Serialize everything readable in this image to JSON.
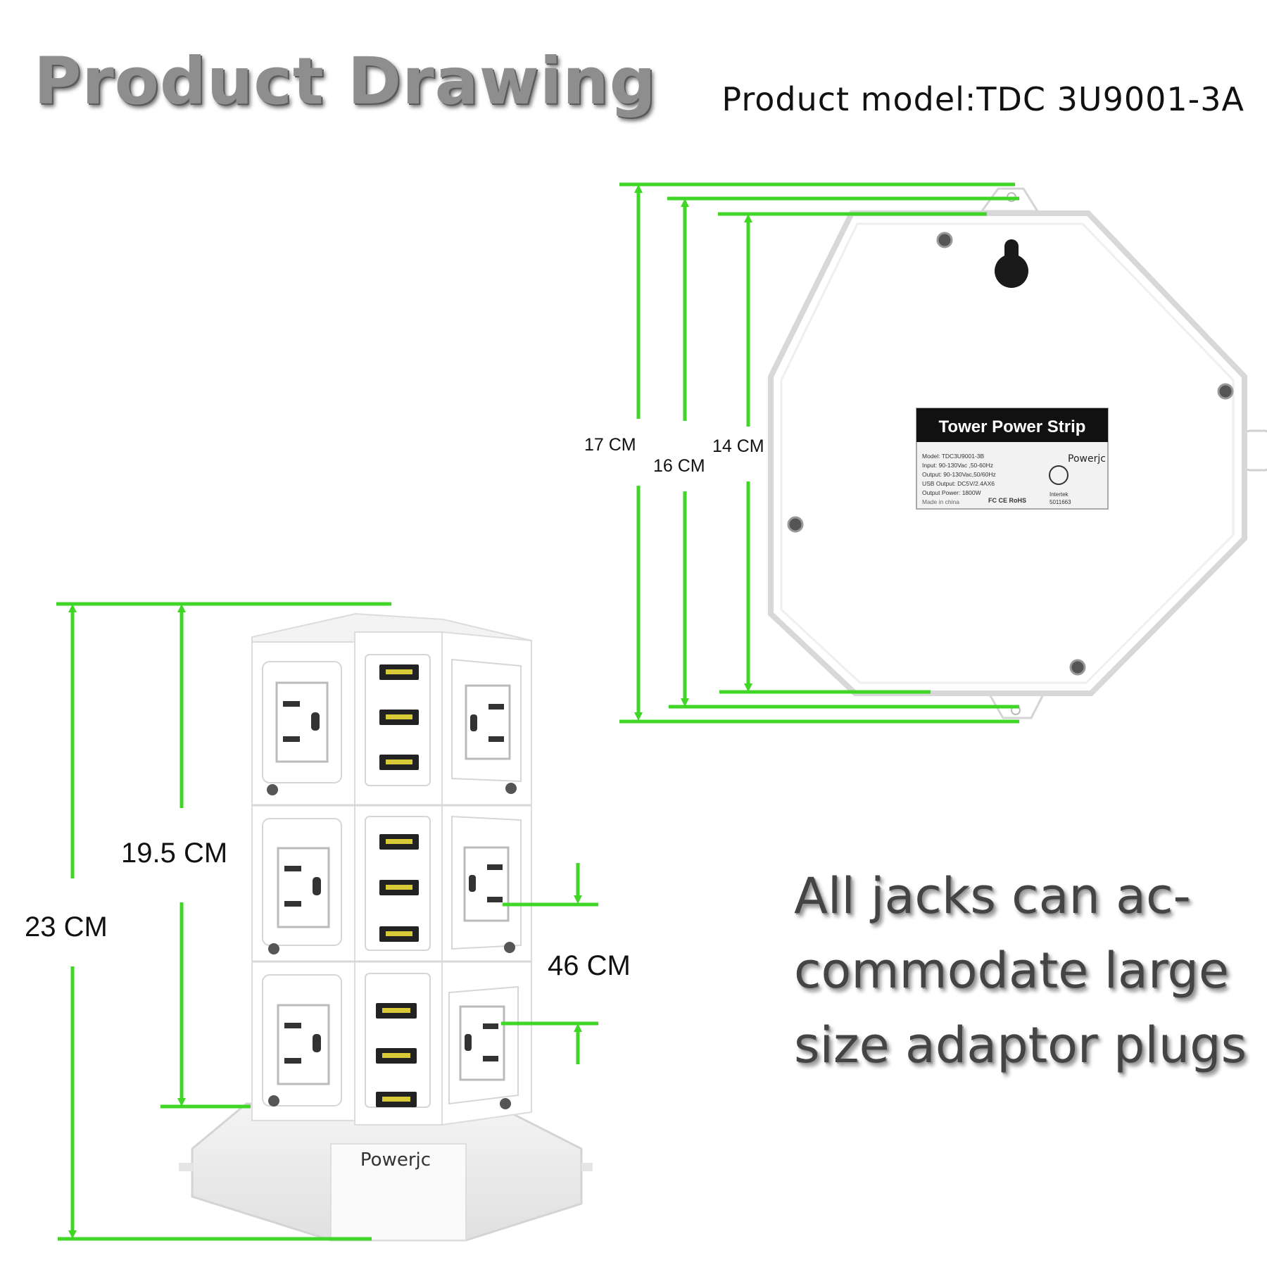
{
  "page": {
    "title": "Product Drawing",
    "model": "Product model:TDC 3U9001-3A"
  },
  "dimensions": {
    "back_outer": "17 CM",
    "back_middle": "16 CM",
    "back_inner": "14 CM",
    "tower_body": "19.5 CM",
    "tower_total": "23 CM",
    "jack_spacing": "46 CM"
  },
  "label_plate": {
    "heading": "Tower Power Strip",
    "brand": "Powerjc",
    "lines": [
      "Model: TDC3U9001-3B",
      "Input: 90-130Vac ,50-60Hz",
      "Output: 90-130Vac,50/60Hz",
      "USB Output: DC5V/2.4AX6",
      "Output Power: 1800W",
      "Made in china"
    ],
    "marks": "FC CE RoHS",
    "cert": "Intertek",
    "cert_no": "5011663"
  },
  "tower": {
    "brand": "Powerjc"
  },
  "feature_text": [
    "All jacks can ac-",
    "commodate large",
    "size adaptor plugs"
  ],
  "colors": {
    "accent": "#3fd626",
    "body": "#ffffff",
    "outline": "#d4d4d4",
    "usb": "#222222"
  }
}
